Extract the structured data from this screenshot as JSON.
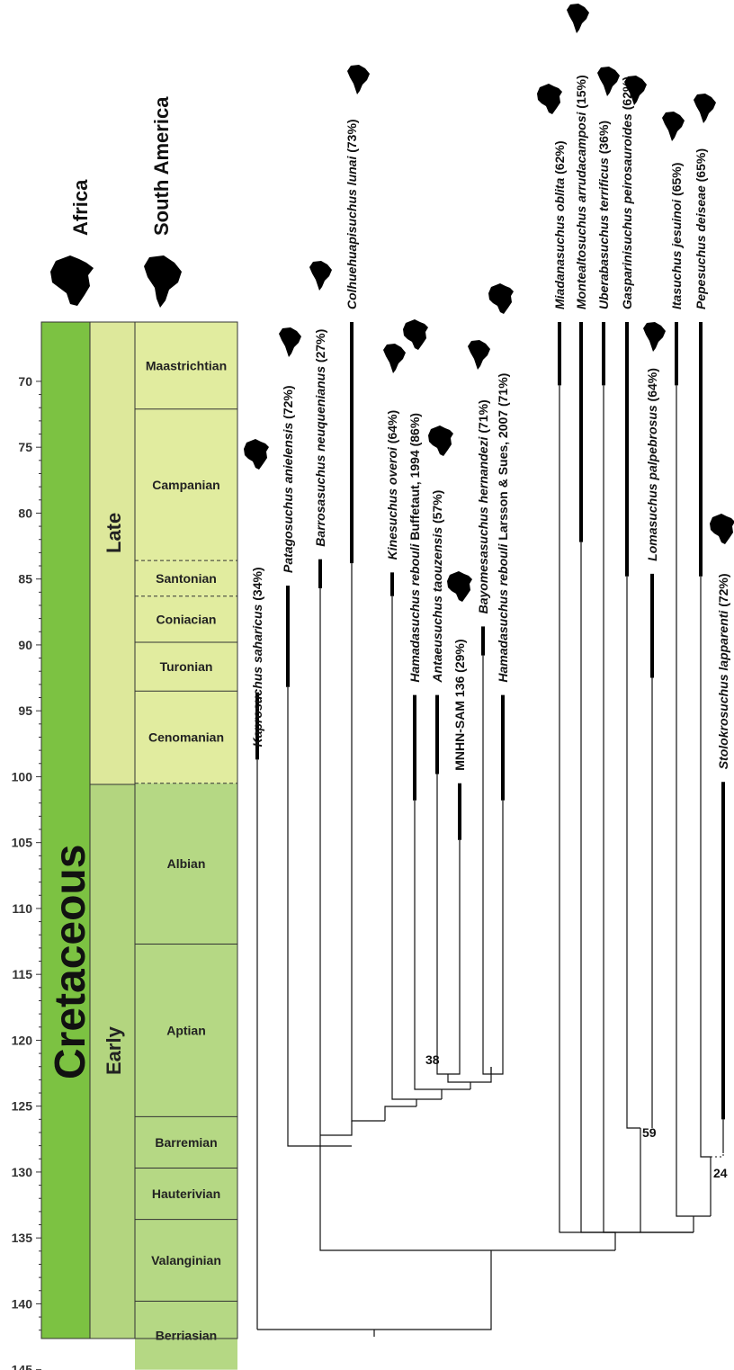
{
  "columns": {
    "africa": "Africa",
    "south_america": "South America"
  },
  "period": "Cretaceous",
  "epochs": {
    "late": "Late",
    "early": "Early"
  },
  "stages": [
    "Maastrichtian",
    "Campanian",
    "Santonian",
    "Coniacian",
    "Turonian",
    "Cenomanian",
    "Albian",
    "Aptian",
    "Barremian",
    "Hauterivian",
    "Valanginian",
    "Berriasian"
  ],
  "axis_ticks": [
    "70",
    "75",
    "80",
    "85",
    "90",
    "95",
    "100",
    "105",
    "110",
    "115",
    "120",
    "125",
    "130",
    "135",
    "140",
    "145"
  ],
  "taxa": [
    {
      "name": "Kaprosuchus saharicus",
      "suffix": "(34%)",
      "continent": "africa"
    },
    {
      "name": "Patagosuchus anielensis",
      "suffix": "(72%)",
      "continent": "south_america"
    },
    {
      "name": "Barrosasuchus neuquenianus",
      "suffix": "(27%)",
      "continent": "south_america"
    },
    {
      "name": "Colhuehuapisuchus lunai",
      "suffix": "(73%)",
      "continent": "south_america"
    },
    {
      "name": "Kinesuchus overoi",
      "suffix": "(64%)",
      "continent": "south_america"
    },
    {
      "name": "Hamadasuchus rebouli",
      "suffix": "Buffetaut, 1994  (86%)",
      "continent": "africa"
    },
    {
      "name": "Antaeusuchus taouzensis",
      "suffix": "(57%)",
      "continent": "africa"
    },
    {
      "name": "",
      "suffix": "MNHN-SAM 136 (29%)",
      "continent": "africa"
    },
    {
      "name": "Bayomesasuchus hernandezi",
      "suffix": "(71%)",
      "continent": "south_america"
    },
    {
      "name": "Hamadasuchus rebouli",
      "suffix": "Larsson & Sues, 2007  (71%)",
      "continent": "africa"
    },
    {
      "name": "Miadanasuchus oblita",
      "suffix": "(62%)",
      "continent": "africa"
    },
    {
      "name": "Montealtosuchus arrudacamposi",
      "suffix": "(15%)",
      "continent": "south_america"
    },
    {
      "name": "Uberabasuchus terrificus",
      "suffix": "(36%)",
      "continent": "south_america"
    },
    {
      "name": "Gasparinisuchus peirosauroides",
      "suffix": "(62%)",
      "continent": "south_america"
    },
    {
      "name": "Lomasuchus palpebrosus",
      "suffix": "(64%)",
      "continent": "south_america"
    },
    {
      "name": "Itasuchus jesuinoi",
      "suffix": "(65%)",
      "continent": "south_america"
    },
    {
      "name": "Pepesuchus deiseae",
      "suffix": "(65%)",
      "continent": "south_america"
    },
    {
      "name": "Stolokrosuchus lapparenti",
      "suffix": "(72%)",
      "continent": "africa"
    }
  ],
  "node_labels": [
    "38",
    "59",
    "24"
  ],
  "colors": {
    "period": "#7cc242",
    "early": "#b3d57f",
    "late": "#dde89b",
    "stage_early": "#b5d884",
    "stage_late": "#e1ec9f"
  }
}
